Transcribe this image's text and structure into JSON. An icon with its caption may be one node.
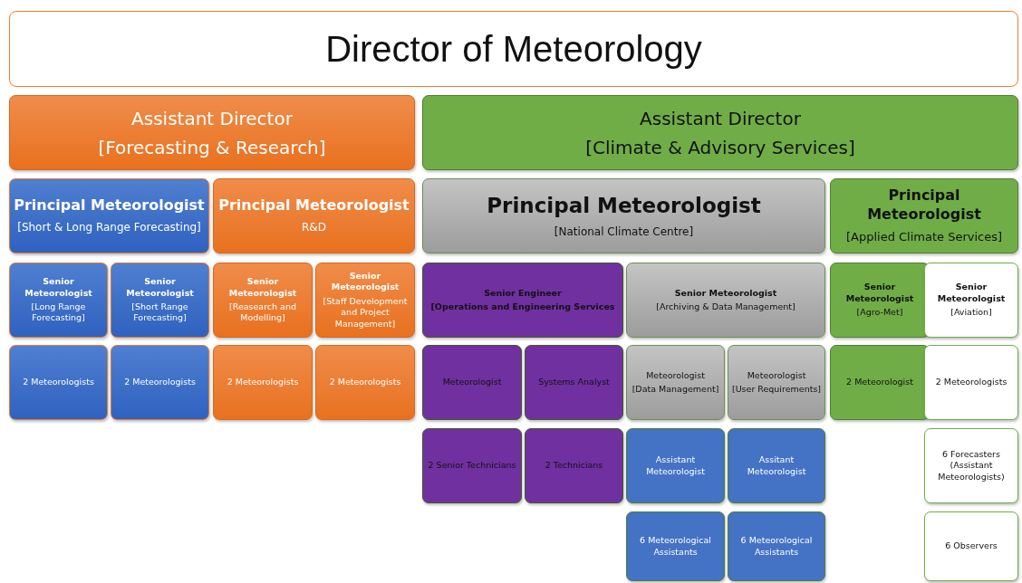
{
  "diagram": {
    "title": "Director of Meteorology",
    "nodes": [
      {
        "text": [
          "Assistant Director",
          "[Forecasting & Research]"
        ]
      },
      {
        "text": [
          "Assistant Director",
          "[Climate & Advisory Services]"
        ]
      },
      {
        "text": [
          "Principal Meteorologist",
          "[Short & Long Range Forecasting]"
        ]
      },
      {
        "text": [
          "Principal Meteorologist",
          "R&D"
        ]
      },
      {
        "text": [
          "Principal Meteorologist",
          "[National Climate Centre]"
        ]
      },
      {
        "text": [
          "Principal Meteorologist",
          "[Applied Climate Services]"
        ]
      },
      {
        "text": [
          "Senior Meteorologist",
          "[Long Range Forecasting]"
        ]
      },
      {
        "text": [
          "Senior Meteorologist",
          "[Short Range Forecasting]"
        ]
      },
      {
        "text": [
          "Senior Meteorologist",
          "[Reasearch and Modelling]"
        ]
      },
      {
        "text": [
          "Senior Meteorologist",
          "[Staff Development and Project Management]"
        ]
      },
      {
        "text": [
          "Senior Engineer",
          "[Operations and Engineering Services"
        ]
      },
      {
        "text": [
          "Senior Meteorologist",
          "[Archiving & Data Management]"
        ]
      },
      {
        "text": [
          "Senior Meteorologist",
          "[Agro-Met]"
        ]
      },
      {
        "text": [
          "Senior Meteorologist",
          "[Aviation]"
        ]
      },
      {
        "text": [
          "2 Meteorologists"
        ]
      },
      {
        "text": [
          "2 Meteorologists"
        ]
      },
      {
        "text": [
          "2 Meteorologists"
        ]
      },
      {
        "text": [
          "2 Meteorologists"
        ]
      },
      {
        "text": [
          "Meteorologist"
        ]
      },
      {
        "text": [
          "Systems Analyst"
        ]
      },
      {
        "text": [
          "Meteorologist",
          "[Data Management]"
        ]
      },
      {
        "text": [
          "Meteorologist",
          "[User Requirements]"
        ]
      },
      {
        "text": [
          "2 Meteorologist"
        ]
      },
      {
        "text": [
          "2 Meteorologists"
        ]
      },
      {
        "text": [
          "2 Senior Technicians"
        ]
      },
      {
        "text": [
          "2 Technicians"
        ]
      },
      {
        "text": [
          "Assistant Meteorologist"
        ]
      },
      {
        "text": [
          "Assitant Meteorologist"
        ]
      },
      {
        "text": [
          "6 Forecasters (Assistant Meteorologists)"
        ]
      },
      {
        "text": [
          "6 Meteorological Assistants"
        ]
      },
      {
        "text": [
          "6 Meteorological Assistants"
        ]
      },
      {
        "text": [
          "6 Observers"
        ]
      }
    ]
  }
}
